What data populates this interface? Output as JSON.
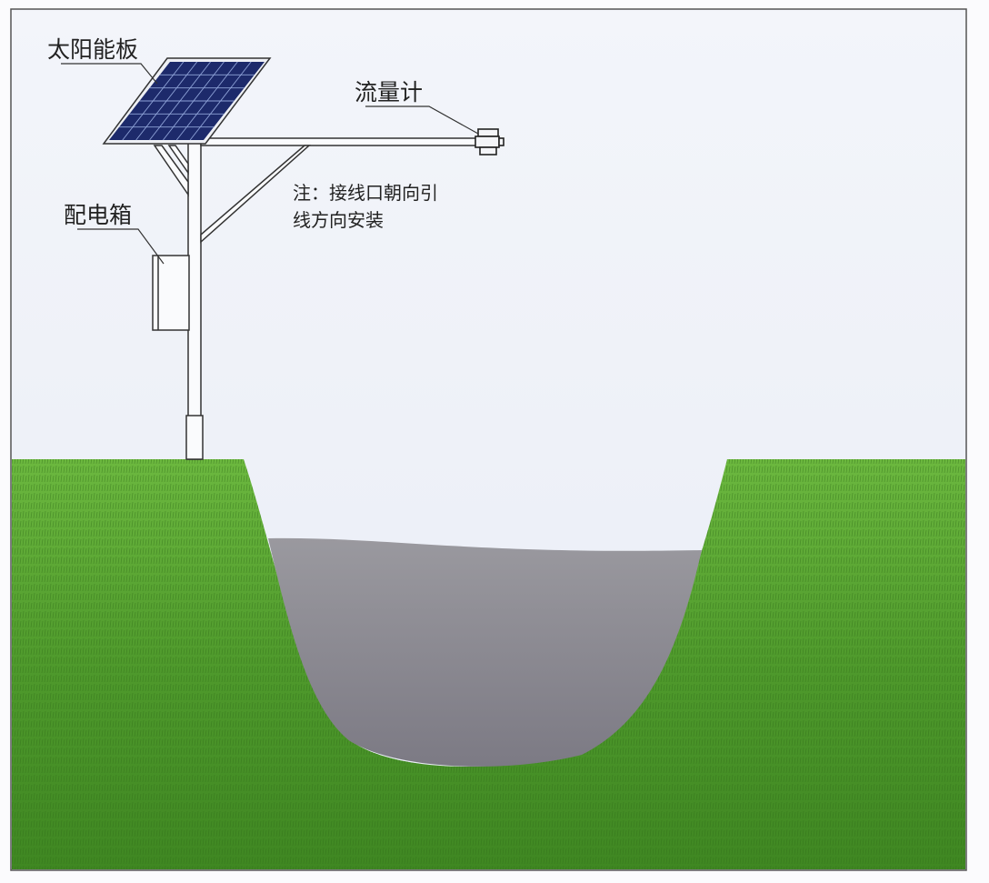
{
  "labels": {
    "solar_panel": "太阳能板",
    "flow_meter": "流量计",
    "distribution_box": "配电箱",
    "note_line1": "注：接线口朝向引",
    "note_line2": "线方向安装"
  },
  "colors": {
    "sky": "#eef1f8",
    "grass": "#4f9a2c",
    "grass_light": "#6cb83f",
    "water": "#8a8990",
    "panel": "#1d2a6b",
    "line": "#333333"
  }
}
